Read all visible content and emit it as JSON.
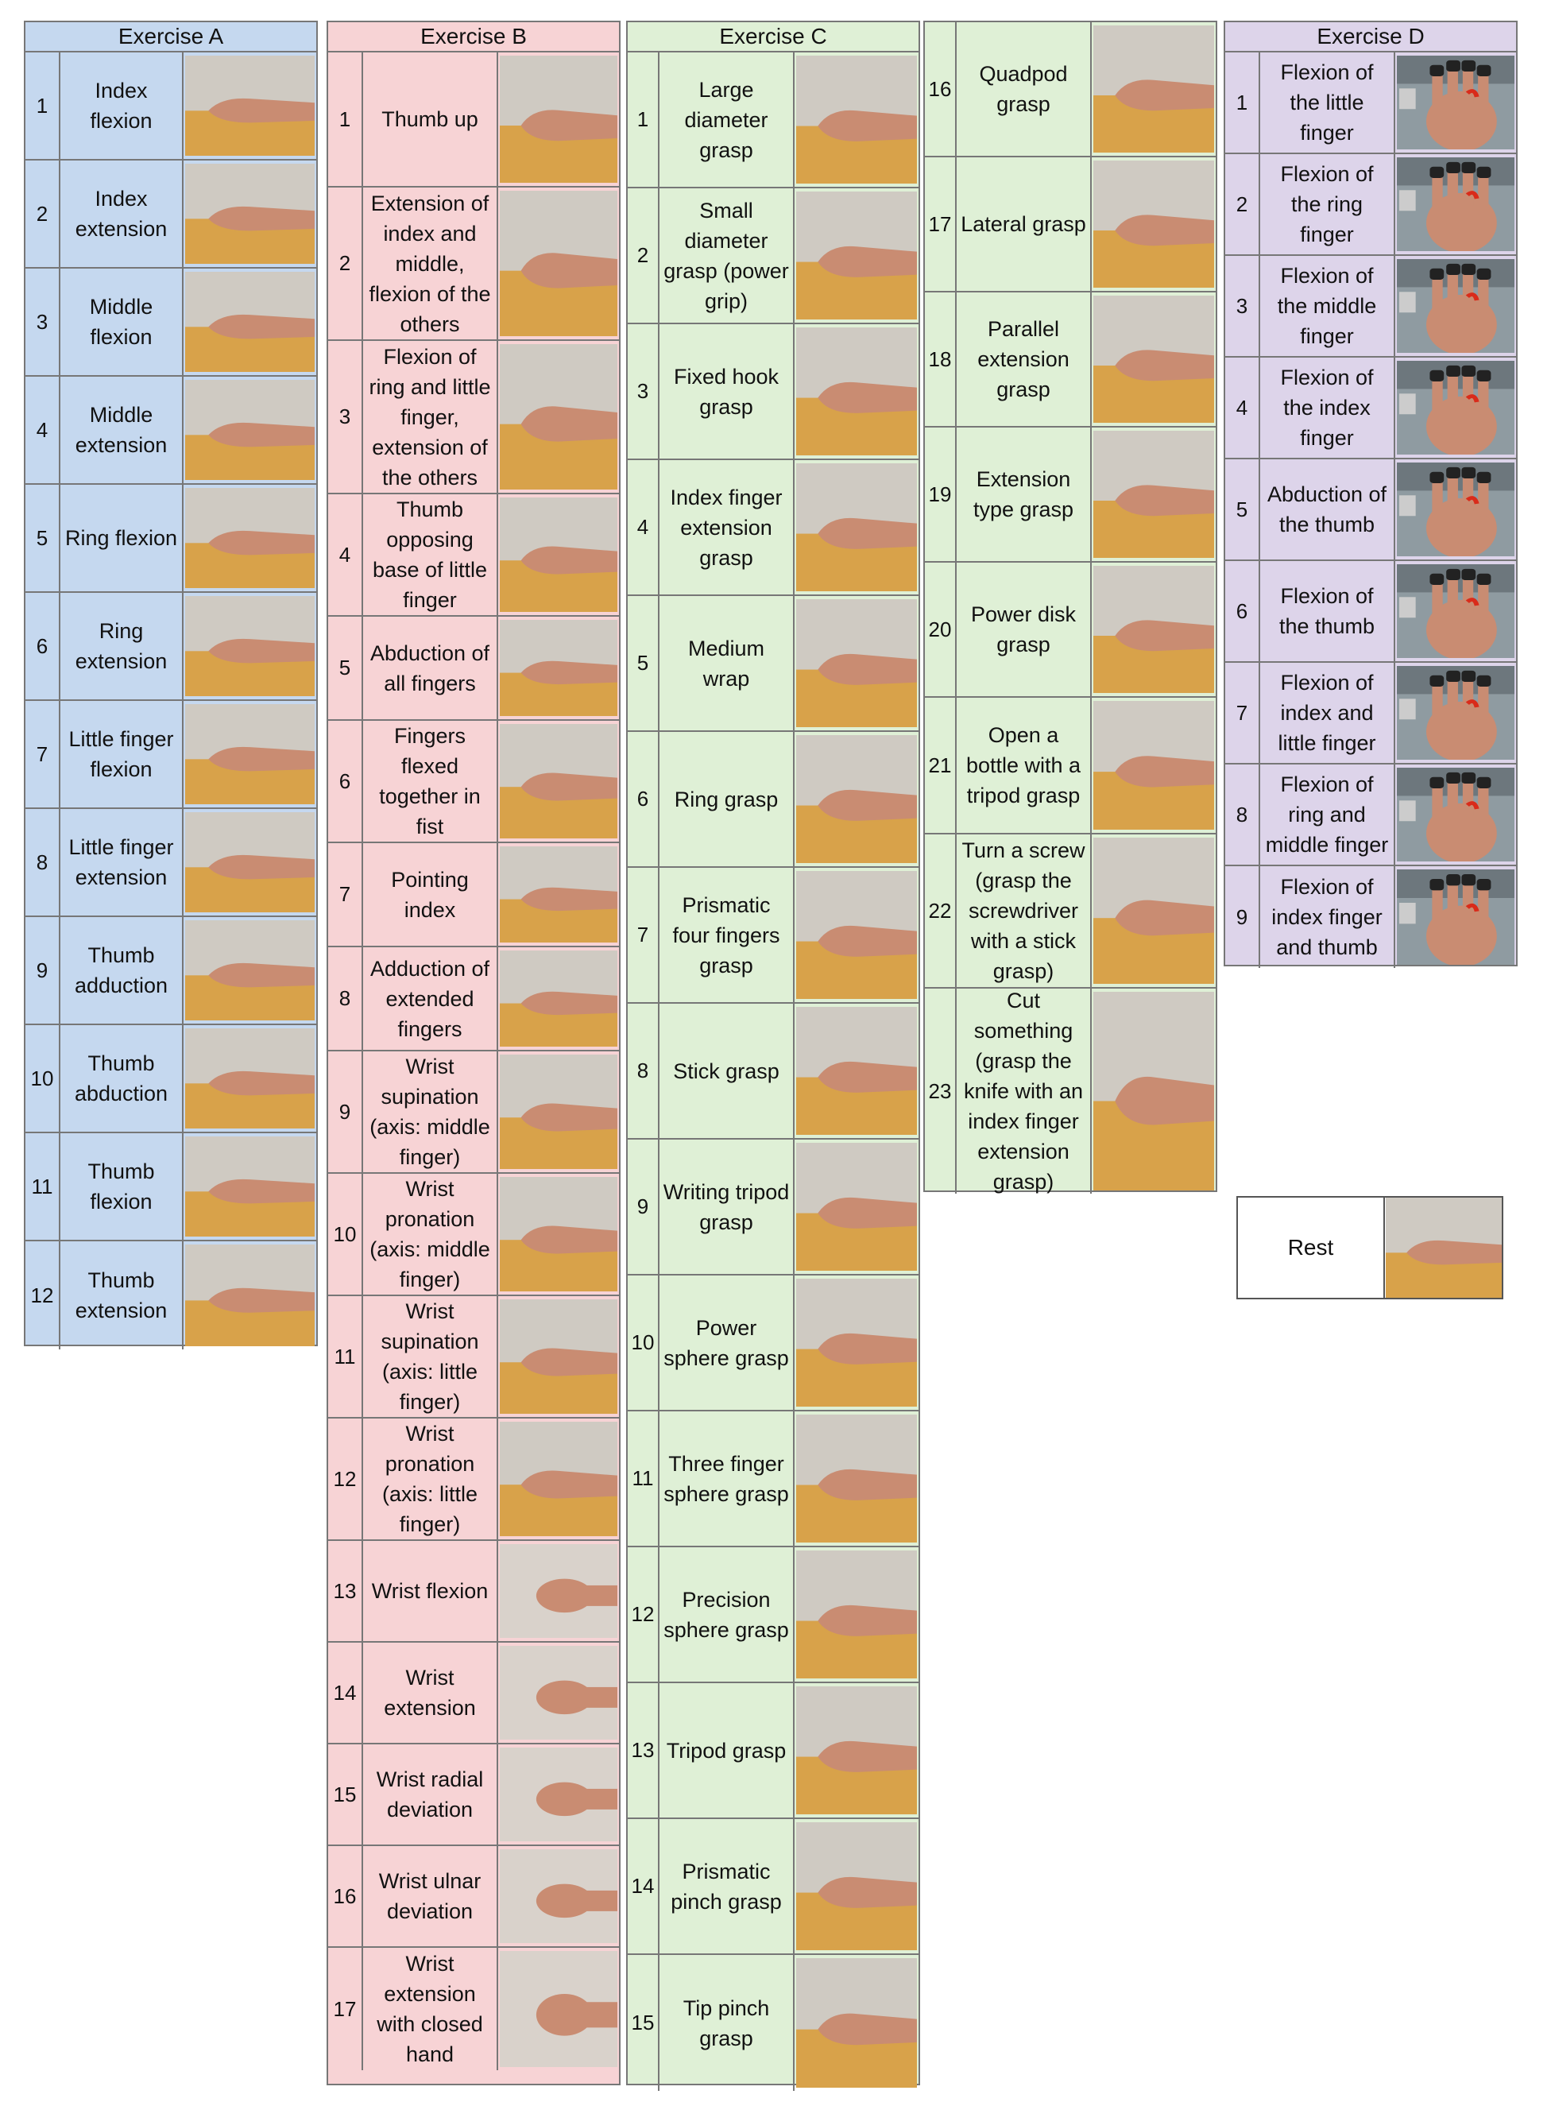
{
  "colors": {
    "A": "#c5d8ef",
    "B": "#f7d3d5",
    "C": "#dff0d6",
    "D": "#ddd4ea",
    "table": "#d8a24a",
    "wall": "#cfcac2",
    "skin": "#c98c72"
  },
  "exerciseA": {
    "title": "Exercise A",
    "items": [
      {
        "n": "1",
        "label": "Index flexion"
      },
      {
        "n": "2",
        "label": "Index extension"
      },
      {
        "n": "3",
        "label": "Middle flexion"
      },
      {
        "n": "4",
        "label": "Middle extension"
      },
      {
        "n": "5",
        "label": "Ring flexion"
      },
      {
        "n": "6",
        "label": "Ring extension"
      },
      {
        "n": "7",
        "label": "Little finger flexion"
      },
      {
        "n": "8",
        "label": "Little finger extension"
      },
      {
        "n": "9",
        "label": "Thumb adduction"
      },
      {
        "n": "10",
        "label": "Thumb abduction"
      },
      {
        "n": "11",
        "label": "Thumb flexion"
      },
      {
        "n": "12",
        "label": "Thumb extension"
      }
    ]
  },
  "exerciseB": {
    "title": "Exercise B",
    "items": [
      {
        "n": "1",
        "label": "Thumb up"
      },
      {
        "n": "2",
        "label": "Extension of index and middle, flexion of the others"
      },
      {
        "n": "3",
        "label": "Flexion of ring and little finger, extension of the others"
      },
      {
        "n": "4",
        "label": "Thumb opposing base of little finger"
      },
      {
        "n": "5",
        "label": "Abduction of all fingers"
      },
      {
        "n": "6",
        "label": "Fingers flexed together in fist"
      },
      {
        "n": "7",
        "label": "Pointing index"
      },
      {
        "n": "8",
        "label": "Adduction of extended fingers"
      },
      {
        "n": "9",
        "label": "Wrist supination (axis: middle finger)"
      },
      {
        "n": "10",
        "label": "Wrist pronation (axis: middle finger)"
      },
      {
        "n": "11",
        "label": "Wrist supination (axis: little finger)"
      },
      {
        "n": "12",
        "label": "Wrist pronation (axis: little finger)"
      },
      {
        "n": "13",
        "label": "Wrist flexion"
      },
      {
        "n": "14",
        "label": "Wrist extension"
      },
      {
        "n": "15",
        "label": "Wrist radial deviation"
      },
      {
        "n": "16",
        "label": "Wrist ulnar deviation"
      },
      {
        "n": "17",
        "label": "Wrist extension with closed hand"
      }
    ]
  },
  "exerciseC": {
    "title": "Exercise C",
    "items": [
      {
        "n": "1",
        "label": "Large diameter grasp"
      },
      {
        "n": "2",
        "label": "Small diameter grasp (power grip)"
      },
      {
        "n": "3",
        "label": "Fixed hook grasp"
      },
      {
        "n": "4",
        "label": "Index finger extension grasp"
      },
      {
        "n": "5",
        "label": "Medium wrap"
      },
      {
        "n": "6",
        "label": "Ring grasp"
      },
      {
        "n": "7",
        "label": "Prismatic four fingers grasp"
      },
      {
        "n": "8",
        "label": "Stick grasp"
      },
      {
        "n": "9",
        "label": "Writing tripod grasp"
      },
      {
        "n": "10",
        "label": "Power sphere grasp"
      },
      {
        "n": "11",
        "label": "Three finger sphere grasp"
      },
      {
        "n": "12",
        "label": "Precision sphere grasp"
      },
      {
        "n": "13",
        "label": "Tripod grasp"
      },
      {
        "n": "14",
        "label": "Prismatic pinch grasp"
      },
      {
        "n": "15",
        "label": "Tip pinch grasp"
      }
    ]
  },
  "exerciseC2": {
    "items": [
      {
        "n": "16",
        "label": "Quadpod grasp"
      },
      {
        "n": "17",
        "label": "Lateral grasp"
      },
      {
        "n": "18",
        "label": "Parallel extension grasp"
      },
      {
        "n": "19",
        "label": "Extension type grasp"
      },
      {
        "n": "20",
        "label": "Power disk grasp"
      },
      {
        "n": "21",
        "label": "Open a bottle with a tripod grasp"
      },
      {
        "n": "22",
        "label": "Turn a screw (grasp the screwdriver with a stick grasp)"
      },
      {
        "n": "23",
        "label": "Cut something (grasp the knife with an index finger extension grasp)"
      }
    ]
  },
  "exerciseD": {
    "title": "Exercise D",
    "items": [
      {
        "n": "1",
        "label": "Flexion of the little finger"
      },
      {
        "n": "2",
        "label": "Flexion of the ring finger"
      },
      {
        "n": "3",
        "label": "Flexion of the middle finger"
      },
      {
        "n": "4",
        "label": "Flexion of the index finger"
      },
      {
        "n": "5",
        "label": "Abduction of the thumb"
      },
      {
        "n": "6",
        "label": "Flexion of the thumb"
      },
      {
        "n": "7",
        "label": "Flexion of index and little finger"
      },
      {
        "n": "8",
        "label": "Flexion of ring and middle finger"
      },
      {
        "n": "9",
        "label": "Flexion of index finger and thumb"
      }
    ]
  },
  "rest": {
    "label": "Rest"
  }
}
